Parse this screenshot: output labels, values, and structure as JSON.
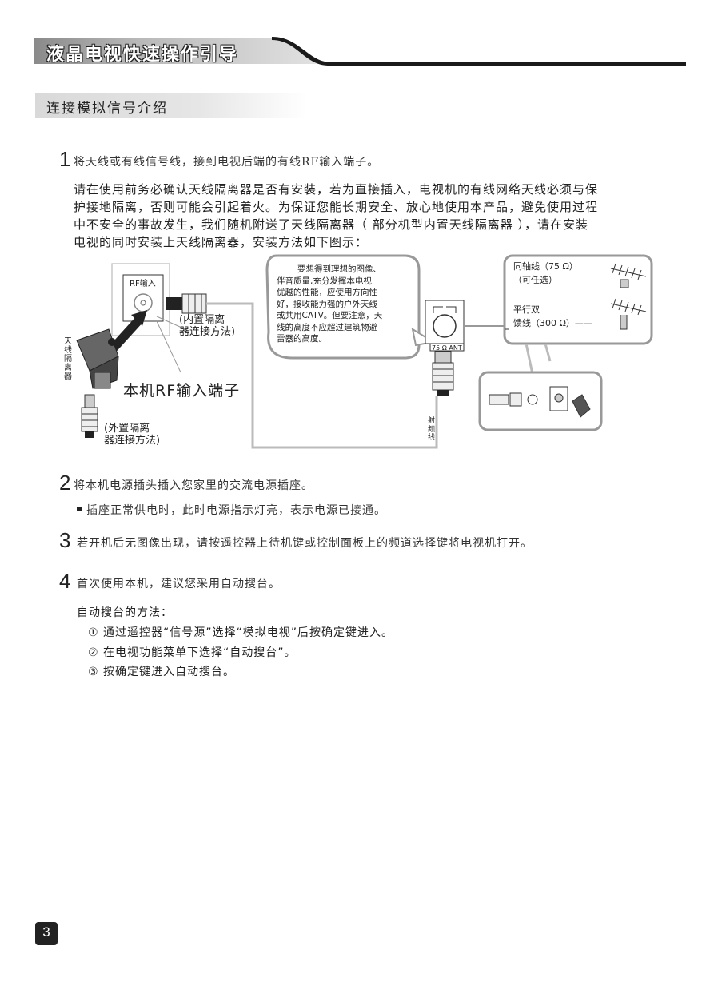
{
  "header": {
    "title": "液晶电视快速操作引导"
  },
  "section": {
    "title": "连接模拟信号介绍"
  },
  "steps": [
    {
      "num": "1",
      "text": "将天线或有线信号线，接到电视后端的有线RF输入端子。"
    },
    {
      "num": "2",
      "text": "将本机电源插头插入您家里的交流电源插座。"
    },
    {
      "num": "3",
      "text": "若开机后无图像出现，请按遥控器上待机键或控制面板上的频道选择键将电视机打开。"
    },
    {
      "num": "4",
      "text": "首次使用本机，建议您采用自动搜台。"
    }
  ],
  "step1_note": {
    "lines": [
      "请在使用前务必确认天线隔离器是否有安装，若为直接插入，电视机的有线网络天线必须与保",
      "护接地隔离，否则可能会引起着火。为保证您能长期安全、放心地使用本产品，避免使用过程",
      "中不安全的事故发生，我们随机附送了天线隔离器（ 部分机型内置天线隔离器 ），请在安装",
      "电视的同时安装上天线隔离器，安装方法如下图示："
    ]
  },
  "diagram": {
    "rf_input_label": "RF输入",
    "internal_isolator_1": "(内置隔离",
    "internal_isolator_2": "器连接方法)",
    "antenna_isolator": [
      "天",
      "线",
      "隔",
      "离",
      "器"
    ],
    "rf_terminal_label": "本机RF输入端子",
    "external_isolator_1": "(外置隔离",
    "external_isolator_2": "器连接方法)",
    "bubble_lines": [
      "要想得到理想的图像、",
      "伴音质量,充分发挥本电视",
      "优越的性能，应使用方向性",
      "好，接收能力强的户外天线",
      "或共用CATV。但要注意，天",
      "线的高度不应超过建筑物避",
      "雷器的高度。"
    ],
    "ant_label": "75 Ω ANT",
    "coax_label_1": "同轴线（75 Ω）",
    "coax_label_2": "（可任选）",
    "parallel_label_1": "平行双",
    "parallel_label_2": "馈线（300 Ω）——",
    "rf_cable_label": [
      "射",
      "频",
      "线"
    ]
  },
  "step2_bullet": "插座正常供电时，此时电源指示灯亮，表示电源已接通。",
  "auto_scan": {
    "heading": "自动搜台的方法：",
    "items": [
      "① 通过遥控器“信号源”选择“模拟电视”后按确定键进入。",
      "② 在电视功能菜单下选择“自动搜台”。",
      "③ 按确定键进入自动搜台。"
    ]
  },
  "page": {
    "number": "3"
  }
}
